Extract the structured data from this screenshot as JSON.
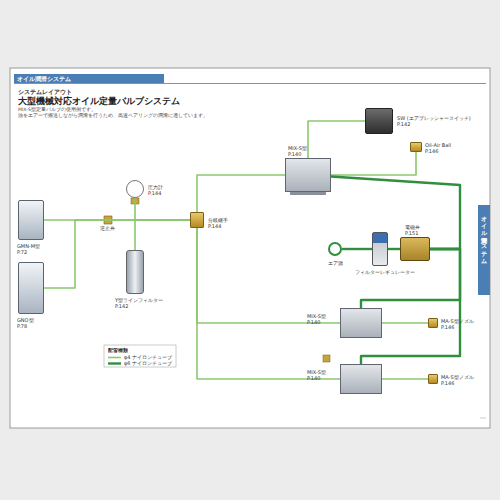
{
  "diagram": {
    "title": "大型機械対応オイル定量バルブシステム",
    "nodes": [
      {
        "text": [
          "GMN-M型",
          "P.72"
        ]
      },
      {
        "text": [
          "GNO型",
          "P.78"
        ]
      },
      {
        "text": [
          "圧力計",
          "P.144"
        ]
      },
      {
        "text": [
          "Y型ラインフィルター",
          "P.142"
        ]
      },
      {
        "text": [
          "分岐継手",
          "P.144"
        ]
      },
      {
        "text": [
          "MIX-S型",
          "P.140"
        ]
      },
      {
        "text": [
          "SW (エアプレッシャースイッチ)",
          "P.142"
        ]
      },
      {
        "text": [
          "Oil-Air Ball",
          "P.146"
        ]
      },
      {
        "text": [
          "エア源"
        ]
      },
      {
        "text": [
          "フィルターレギュレーター"
        ]
      },
      {
        "text": [
          "電磁弁",
          "P.151"
        ]
      },
      {
        "text": [
          "MIX-S型",
          "P.140"
        ]
      },
      {
        "text": [
          "MIX-S型",
          "P.140"
        ]
      },
      {
        "text": [
          "MA-S型ノズル",
          "P.146"
        ]
      },
      {
        "text": [
          "MA-S型ノズル",
          "P.146"
        ]
      }
    ],
    "edges": [
      {
        "from": 0,
        "to": 4,
        "arrow": "none"
      },
      {
        "from": 1,
        "to": 4,
        "arrow": "none"
      },
      {
        "from": 2,
        "to": 4,
        "arrow": "none"
      },
      {
        "from": 3,
        "to": 4,
        "arrow": "none"
      },
      {
        "from": 4,
        "to": 5,
        "arrow": "none"
      },
      {
        "from": 4,
        "to": 11,
        "arrow": "none"
      },
      {
        "from": 4,
        "to": 12,
        "arrow": "none"
      },
      {
        "from": 5,
        "to": 6,
        "arrow": "none"
      },
      {
        "from": 5,
        "to": 7,
        "arrow": "none"
      },
      {
        "from": 8,
        "to": 9,
        "arrow": "none"
      },
      {
        "from": 9,
        "to": 10,
        "arrow": "none"
      },
      {
        "from": 10,
        "to": 5,
        "arrow": "none"
      },
      {
        "from": 10,
        "to": 11,
        "arrow": "none"
      },
      {
        "from": 10,
        "to": 12,
        "arrow": "none"
      },
      {
        "from": 11,
        "to": 13,
        "arrow": "none"
      },
      {
        "from": 12,
        "to": 14,
        "arrow": "none"
      }
    ],
    "labels": [
      "オイル潤滑システム",
      "システムレイアウト",
      "MIX-S型定量バルブの使用例です。",
      "油をエアーで搬送しながら潤滑を行うため、高速ベアリングの潤滑に適しています。",
      "配管種類",
      "オイル潤滑システム",
      "逆止弁"
    ],
    "legend": [
      {
        "text": "φ4 ナイロンチューブ"
      },
      {
        "text": "φ6 ナイロンチューブ"
      }
    ]
  }
}
